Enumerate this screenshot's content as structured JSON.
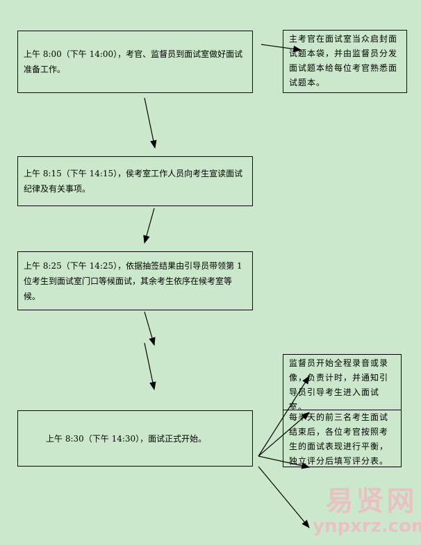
{
  "steps": [
    "上午 8:00（下午 14:00），考官、监督员到面试室做好面试准备工作。",
    "上午 8:15（下午 14:15），侯考室工作人员向考生宣读面试纪律及有关事项。",
    "上午 8:25（下午 14:25），依据抽签结果由引导员带领第 1 位考生到面试室门口等候面试，其余考生依序在候考室等候。",
    "上午 8:30（下午 14:30），面试正式开始。"
  ],
  "side_notes": [
    "主考官在面试室当众启封面试题本袋，并由监督员分发面试题本给每位考官熟悉面试题本。",
    "监督员开始全程录音或录像，负责计时，并通知引导员引导考生进入面试室。",
    "每半天的前三名考生面试结束后，各位考官按照考生的面试表现进行平衡，独立评分后填写评分表。"
  ],
  "watermark": {
    "name": "易贤网",
    "url": "ynpxrz.com"
  }
}
